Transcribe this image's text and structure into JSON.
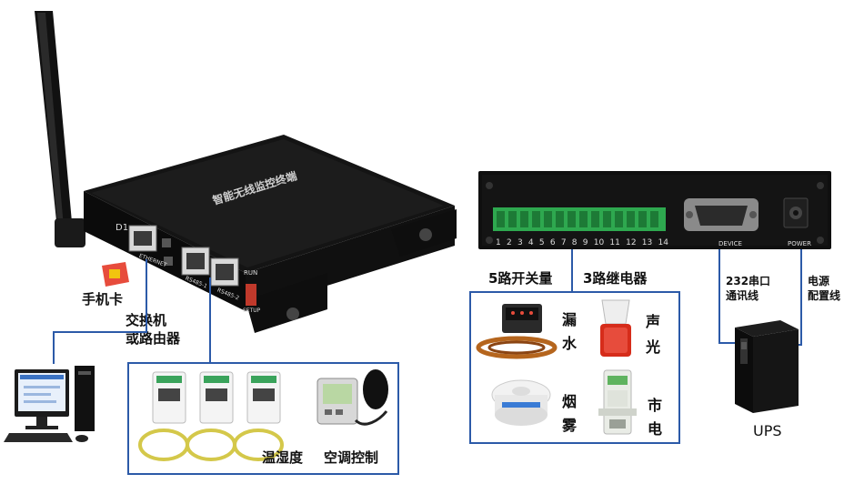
{
  "device_left": {
    "faceplate_title": "智能无线监控终端",
    "port_labels": [
      "D1",
      "ETHERNET",
      "RS485-1",
      "RS485-2",
      "RUN",
      "SETUP"
    ]
  },
  "device_right": {
    "terminal_numbers": [
      "1",
      "2",
      "3",
      "4",
      "5",
      "6",
      "7",
      "8",
      "9",
      "10",
      "11",
      "12",
      "13",
      "14"
    ],
    "device_label": "DEVICE",
    "power_label": "POWER"
  },
  "labels": {
    "sim_card": "手机卡",
    "switch_router_line1": "交换机",
    "switch_router_line2": "或路由器",
    "temp_humidity": "温湿度",
    "ac_control": "空调控制",
    "digital_inputs": "5路开关量",
    "relays": "3路继电器",
    "water_leak_1": "漏",
    "water_leak_2": "水",
    "sound_light_1": "声",
    "sound_light_2": "光",
    "smoke_1": "烟",
    "smoke_2": "雾",
    "mains_1": "市",
    "mains_2": "电",
    "serial_line1": "232串口",
    "serial_line2": "通讯线",
    "power_line1": "电源",
    "power_line2": "配置线",
    "ups": "UPS"
  }
}
